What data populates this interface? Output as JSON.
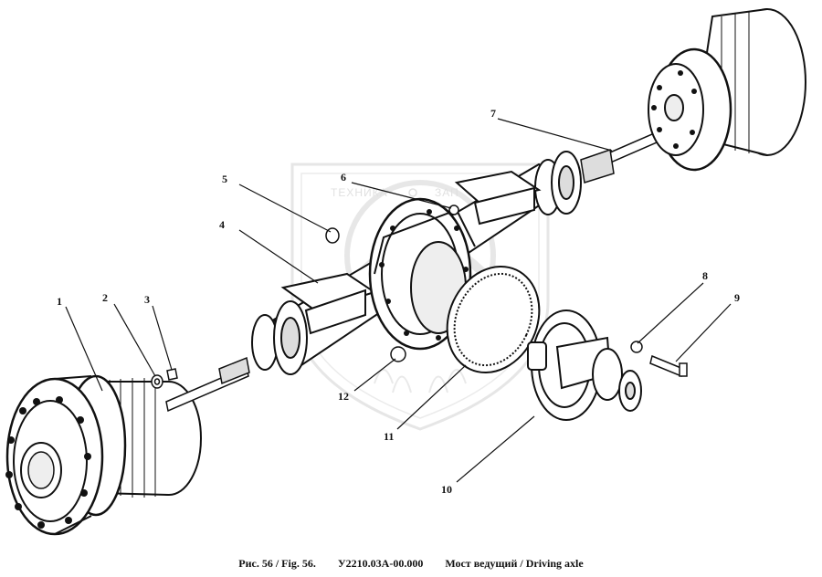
{
  "figure": {
    "caption_fig": "Рис. 56 / Fig. 56.",
    "caption_code": "У2210.03А-00.000",
    "caption_title": "Мост ведущий / Driving axle"
  },
  "watermark": {
    "left_word": "ТЕХНИКА",
    "right_word": "ЗАП"
  },
  "callouts": [
    "1",
    "2",
    "3",
    "4",
    "5",
    "6",
    "7",
    "8",
    "9",
    "10",
    "11",
    "12"
  ]
}
